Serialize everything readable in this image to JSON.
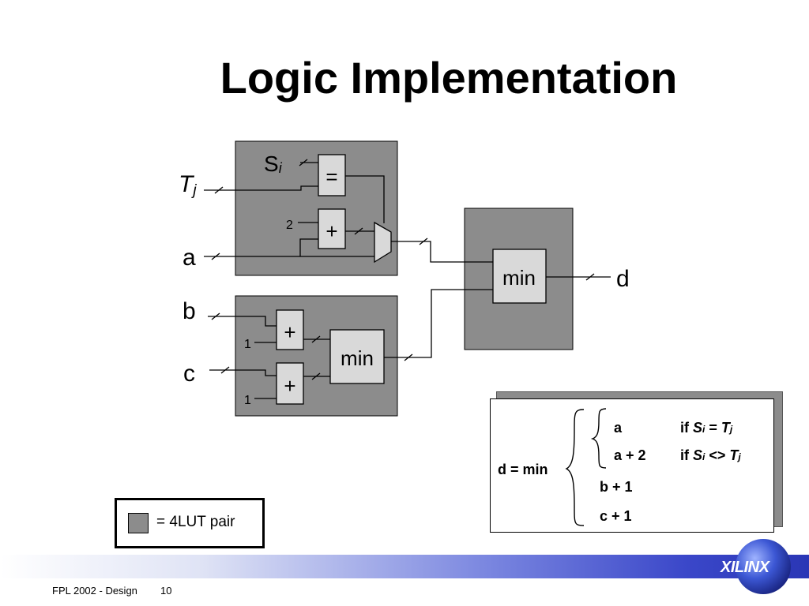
{
  "slide": {
    "title": "Logic Implementation"
  },
  "diagram": {
    "inputs": {
      "s": "S",
      "s_sub": "i",
      "t": "T",
      "t_sub": "j",
      "a": "a",
      "b": "b",
      "c": "c"
    },
    "output": "d",
    "blocks": {
      "eq": "=",
      "plus_top": "+",
      "plus_b": "+",
      "plus_c": "+",
      "min_inner": "min",
      "min_outer": "min"
    },
    "constants": {
      "two": "2",
      "one_b": "1",
      "one_c": "1"
    }
  },
  "legend": {
    "text": "= 4LUT pair",
    "swatch_color": "#8c8c8c"
  },
  "formula": {
    "lhs": "d = min",
    "rows": [
      {
        "expr": "a",
        "cond_prefix": "if ",
        "s": "S",
        "s_sub": "i",
        "op": " = ",
        "t": "T",
        "t_sub": "j"
      },
      {
        "expr": "a + 2",
        "cond_prefix": "if ",
        "s": "S",
        "s_sub": "i",
        "op": " <> ",
        "t": "T",
        "t_sub": "j"
      },
      {
        "expr": "b + 1"
      },
      {
        "expr": "c + 1"
      }
    ]
  },
  "footer": {
    "text": "FPL 2002 - Design",
    "page": "10",
    "logo": "XILINX"
  }
}
